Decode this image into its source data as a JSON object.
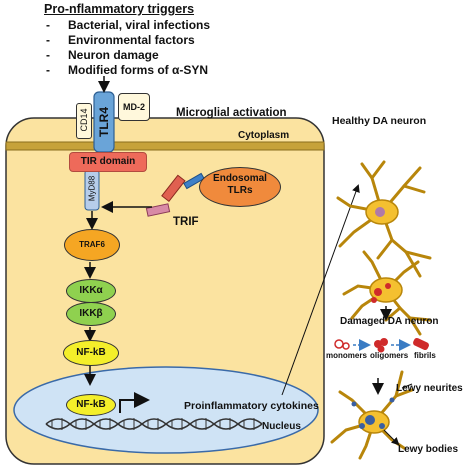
{
  "triggers": {
    "title": "Pro-nflammatory triggers",
    "items": [
      "Bacterial, viral infections",
      "Environmental factors",
      "Neuron damage",
      "Modified forms of α-SYN"
    ]
  },
  "cell": {
    "microglial_activation": "Microglial activation",
    "cytoplasm": "Cytoplasm",
    "nucleus": "Nucleus"
  },
  "receptors": {
    "cd14": "CD14",
    "tlr4": "TLR4",
    "md2": "MD-2",
    "tir_domain": "TIR domain",
    "endosomal_tlrs": "Endosomal TLRs",
    "trif": "TRIF",
    "myd88": "MyD88"
  },
  "pathway": {
    "traf6": "TRAF6",
    "ikka": "IKKα",
    "ikkb": "IKKβ",
    "nfkb_cytoplasm": "NF-kB",
    "nfkb_nucleus": "NF-kB",
    "cytokines": "Proinflammatory cytokines"
  },
  "neurons": {
    "healthy": "Healthy DA neuron",
    "damaged": "Damaged DA neuron",
    "monomers": "monomers",
    "oligomers": "oligomers",
    "fibrils": "fibrils",
    "lewy_neurites": "Lewy neurites",
    "lewy_bodies": "Lewy bodies"
  },
  "colors": {
    "cell_fill": "#fbe3a0",
    "membrane": "#c6a23a",
    "tlr4": "#6aa4d8",
    "tir": "#ee6a5a",
    "endosomal": "#f08a3c",
    "traf6": "#f5a623",
    "ikk": "#8fd14f",
    "nfkb": "#f4ef2a",
    "neuron": "#f4c030"
  }
}
